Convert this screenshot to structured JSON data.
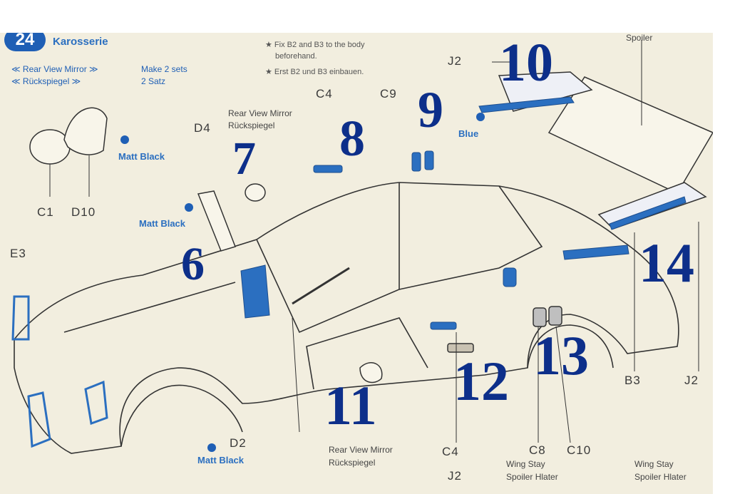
{
  "step": {
    "number": "24",
    "title": "Karosserie"
  },
  "mirror_header": {
    "en": "≪ Rear View Mirror ≫",
    "de": "≪ Rückspiegel ≫",
    "sets_en": "Make 2 sets",
    "sets_de": "2 Satz"
  },
  "notes": {
    "en_line1": "★ Fix B2 and B3 to the body",
    "en_line2": "beforehand.",
    "de_line1": "★ Erst B2 und B3 einbauen."
  },
  "labels": {
    "rear_view_mirror_en": "Rear View Mirror",
    "rear_view_mirror_de": "Rückspiegel",
    "rear_view_mirror_bottom_en": "Rear View Mirror",
    "rear_view_mirror_bottom_de": "Rückspiegel",
    "matt_black_1": "Matt Black",
    "matt_black_2": "Matt Black",
    "matt_black_3": "Matt Black",
    "blue": "Blue",
    "spoiler": "Spoiler",
    "wing_stay_1_en": "Wing Stay",
    "wing_stay_1_de": "Spoiler Hlater",
    "wing_stay_2_en": "Wing Stay",
    "wing_stay_2_de": "Spoiler Hlater"
  },
  "parts": {
    "c1": "C1",
    "d10": "D10",
    "d4": "D4",
    "e3": "E3",
    "c4_top": "C4",
    "c9": "C9",
    "j2_top": "J2",
    "d2": "D2",
    "c4_bottom": "C4",
    "c8": "C8",
    "c10": "C10",
    "b3": "B3",
    "j2_right": "J2",
    "j2_bottom": "J2"
  },
  "callouts": {
    "n6": "6",
    "n7": "7",
    "n8": "8",
    "n9": "9",
    "n10": "10",
    "n11": "11",
    "n12": "12",
    "n13": "13",
    "n14": "14"
  },
  "colors": {
    "paint_blue": "#2b6fc0",
    "callout_navy": "#0d2f8a",
    "paper": "#f2eedf",
    "line": "#333333"
  }
}
